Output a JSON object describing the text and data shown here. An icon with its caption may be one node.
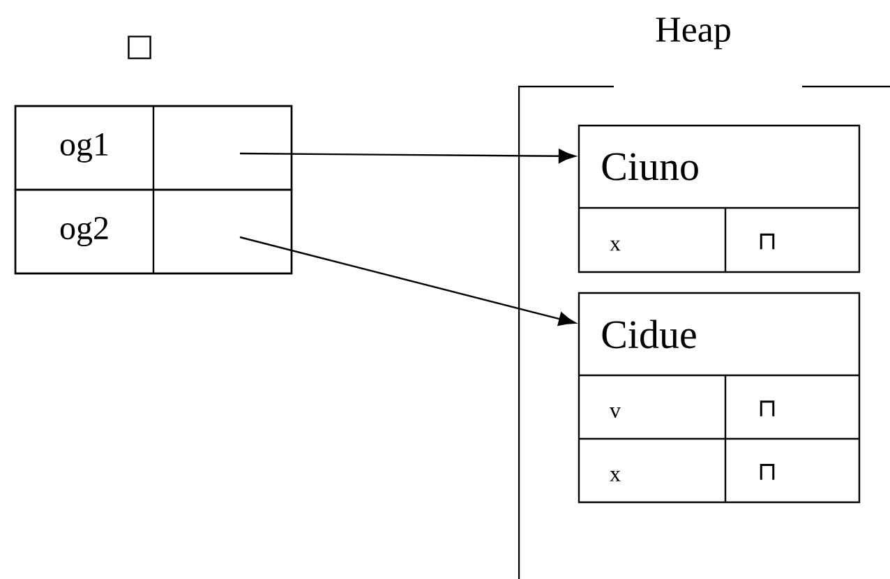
{
  "diagram": {
    "nodes": [
      {
        "text": [
          "□"
        ]
      },
      {
        "text": [
          "og1"
        ],
        "in": 0
      },
      {
        "text": [
          "og2"
        ],
        "in": 0
      },
      {
        "text": [
          "Heap"
        ]
      },
      {
        "text": [
          "Ciuno",
          "x",
          "⊓"
        ],
        "in": 3
      },
      {
        "text": [
          "Cidue",
          "v",
          "⊓",
          "x",
          "⊓"
        ],
        "in": 3
      }
    ],
    "edges": [
      {
        "from": 1,
        "to": 4,
        "arrow": "to"
      },
      {
        "from": 2,
        "to": 5,
        "arrow": "to"
      }
    ]
  }
}
